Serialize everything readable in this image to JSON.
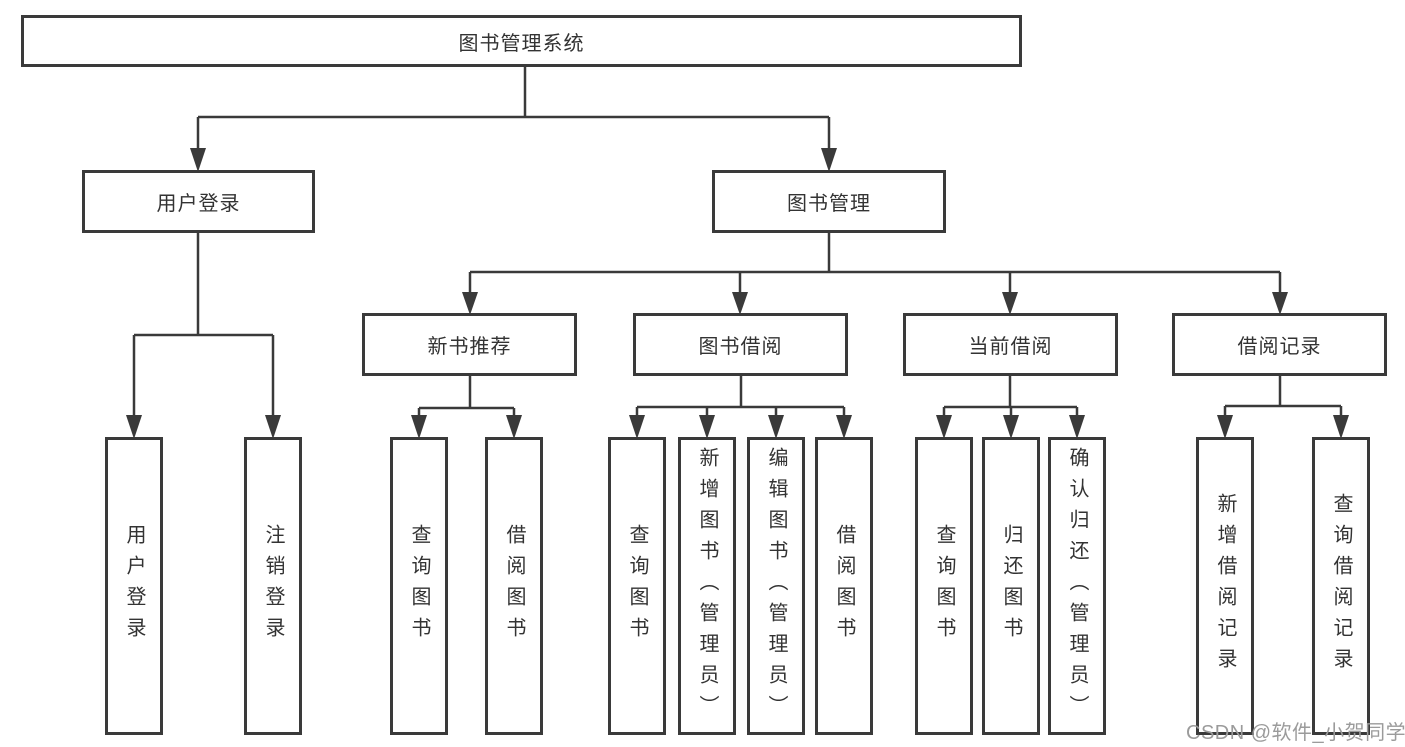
{
  "tree": {
    "root": {
      "label": "图书管理系统"
    },
    "branches": [
      {
        "label": "用户登录",
        "children": [
          {
            "label": "用户登录"
          },
          {
            "label": "注销登录"
          }
        ]
      },
      {
        "label": "图书管理",
        "children": [
          {
            "label": "新书推荐",
            "children": [
              {
                "label": "查询图书"
              },
              {
                "label": "借阅图书"
              }
            ]
          },
          {
            "label": "图书借阅",
            "children": [
              {
                "label": "查询图书"
              },
              {
                "label": "新增图书（管理员）"
              },
              {
                "label": "编辑图书（管理员）"
              },
              {
                "label": "借阅图书"
              }
            ]
          },
          {
            "label": "当前借阅",
            "children": [
              {
                "label": "查询图书"
              },
              {
                "label": "归还图书"
              },
              {
                "label": "确认归还（管理员）"
              }
            ]
          },
          {
            "label": "借阅记录",
            "children": [
              {
                "label": "新增借阅记录"
              },
              {
                "label": "查询借阅记录"
              }
            ]
          }
        ]
      }
    ]
  },
  "watermark": {
    "text": "CSDN @软件_小贺同学"
  },
  "colors": {
    "line": "#3a3a3a",
    "box_border": "#3a3a3a",
    "box_background": "#ffffff",
    "text": "#333333",
    "watermark": "#9b9b9b",
    "background": "#ffffff"
  }
}
